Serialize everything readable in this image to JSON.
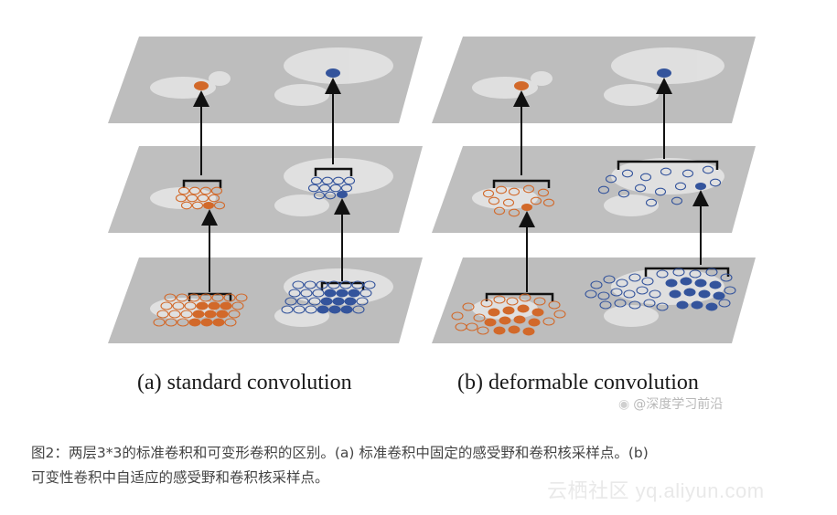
{
  "panels": {
    "a": {
      "caption": "(a) standard convolution"
    },
    "b": {
      "caption": "(b) deformable convolution"
    }
  },
  "watermark_weibo": "@深度学习前沿",
  "caption": {
    "line1": "图2：两层3*3的标准卷积和可变形卷积的区别。(a) 标准卷积中固定的感受野和卷积核采样点。(b)",
    "line2": "可变性卷积中自适应的感受野和卷积核采样点。"
  },
  "watermark_aliyun": "云栖社区 yq.aliyun.com",
  "colors": {
    "plane": "#bdbdbd",
    "orange": "#d2692a",
    "blue": "#34549c",
    "arrow": "#111111"
  }
}
